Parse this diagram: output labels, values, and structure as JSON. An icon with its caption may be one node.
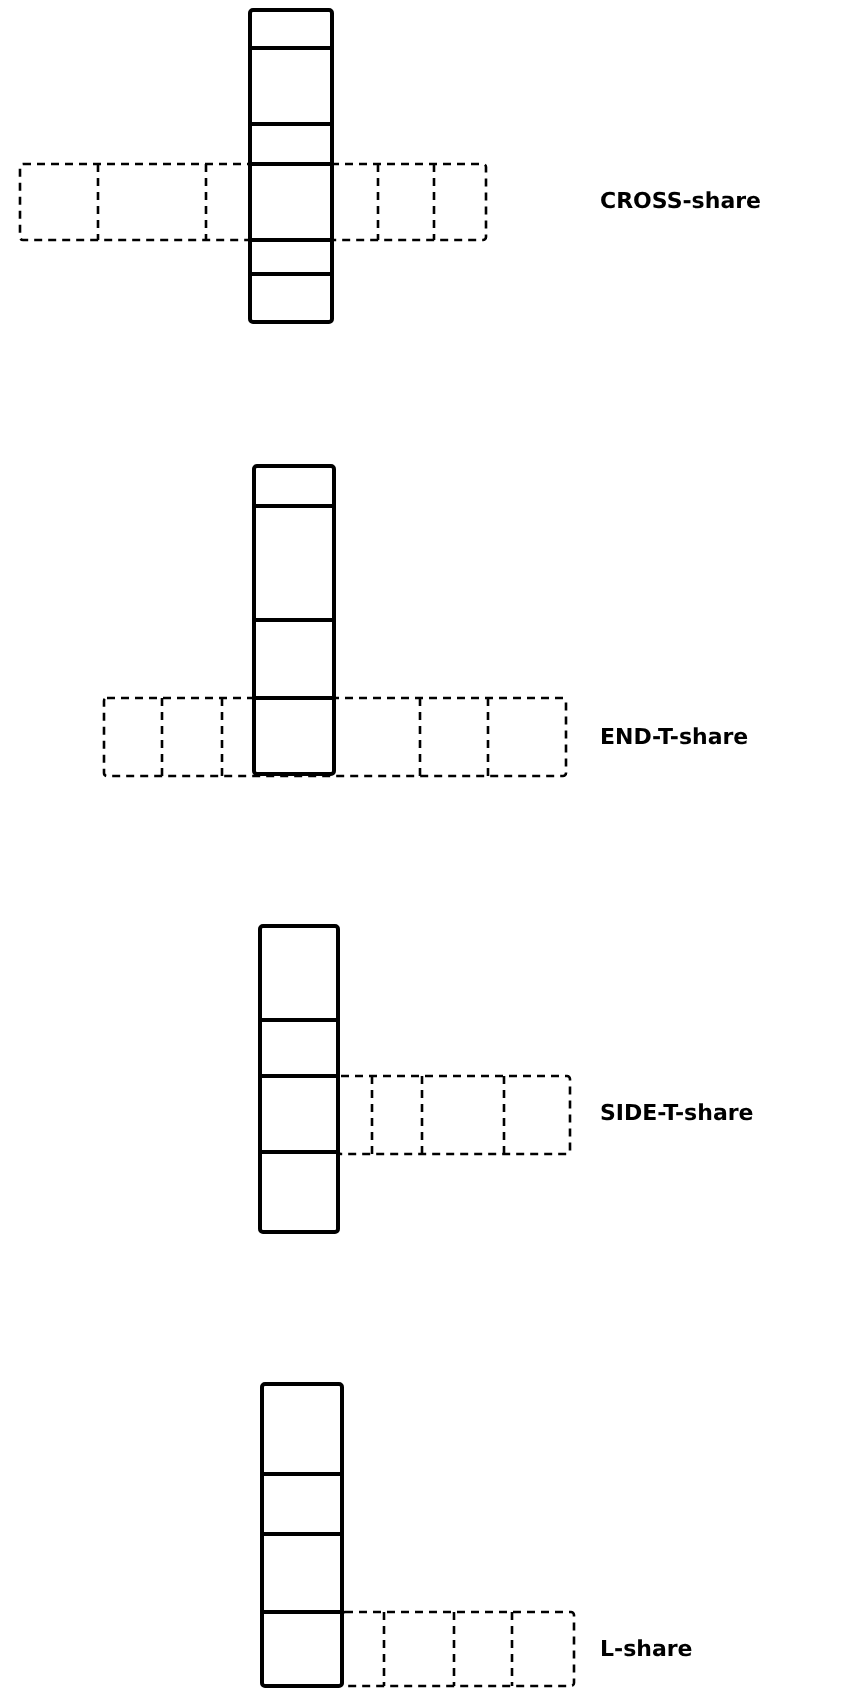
{
  "diagram": {
    "labels": [
      "CROSS-share",
      "END-T-share",
      "SIDE-T-share",
      "L-share"
    ]
  }
}
